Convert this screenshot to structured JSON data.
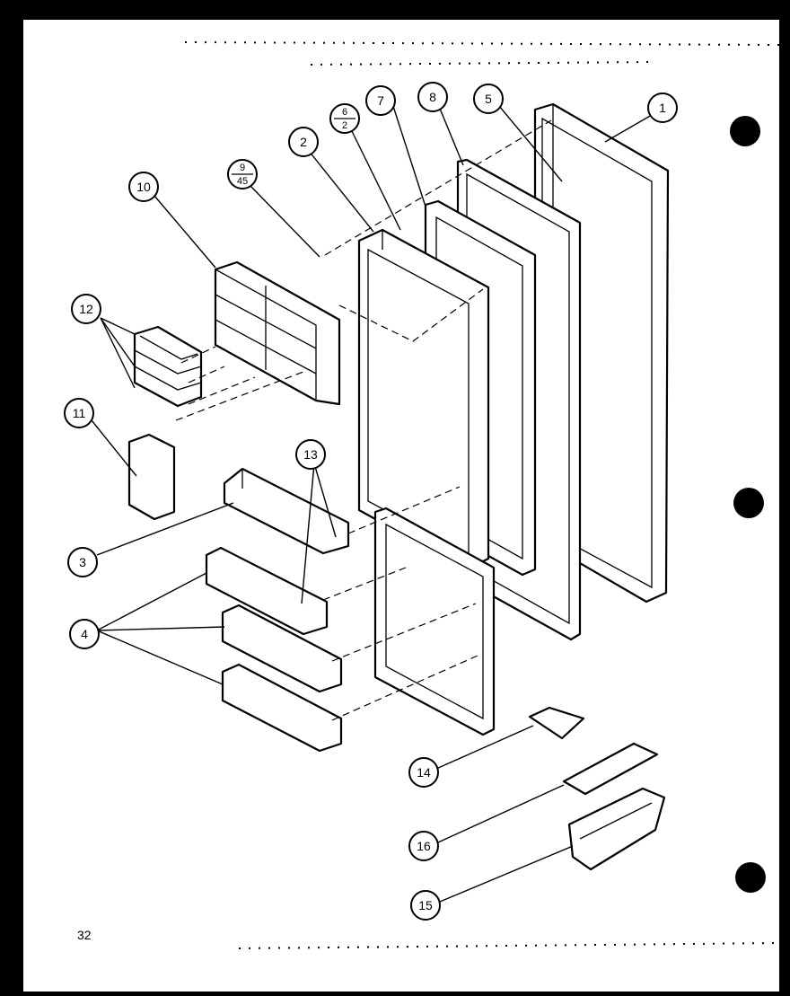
{
  "page_number": "32",
  "callouts": [
    {
      "label": "1"
    },
    {
      "label": "2"
    },
    {
      "label": "3"
    },
    {
      "label": "4"
    },
    {
      "label": "5"
    },
    {
      "label": "7"
    },
    {
      "label": "8"
    },
    {
      "label": "10"
    },
    {
      "label": "11"
    },
    {
      "label": "12"
    },
    {
      "label": "13"
    },
    {
      "label": "14"
    },
    {
      "label": "15"
    },
    {
      "label": "16"
    }
  ],
  "fraction_callouts": [
    {
      "top": "6",
      "bottom": "2"
    },
    {
      "top": "9",
      "bottom": "45"
    }
  ],
  "colors": {
    "ink": "#000000",
    "paper": "#ffffff",
    "border": "#000000"
  }
}
